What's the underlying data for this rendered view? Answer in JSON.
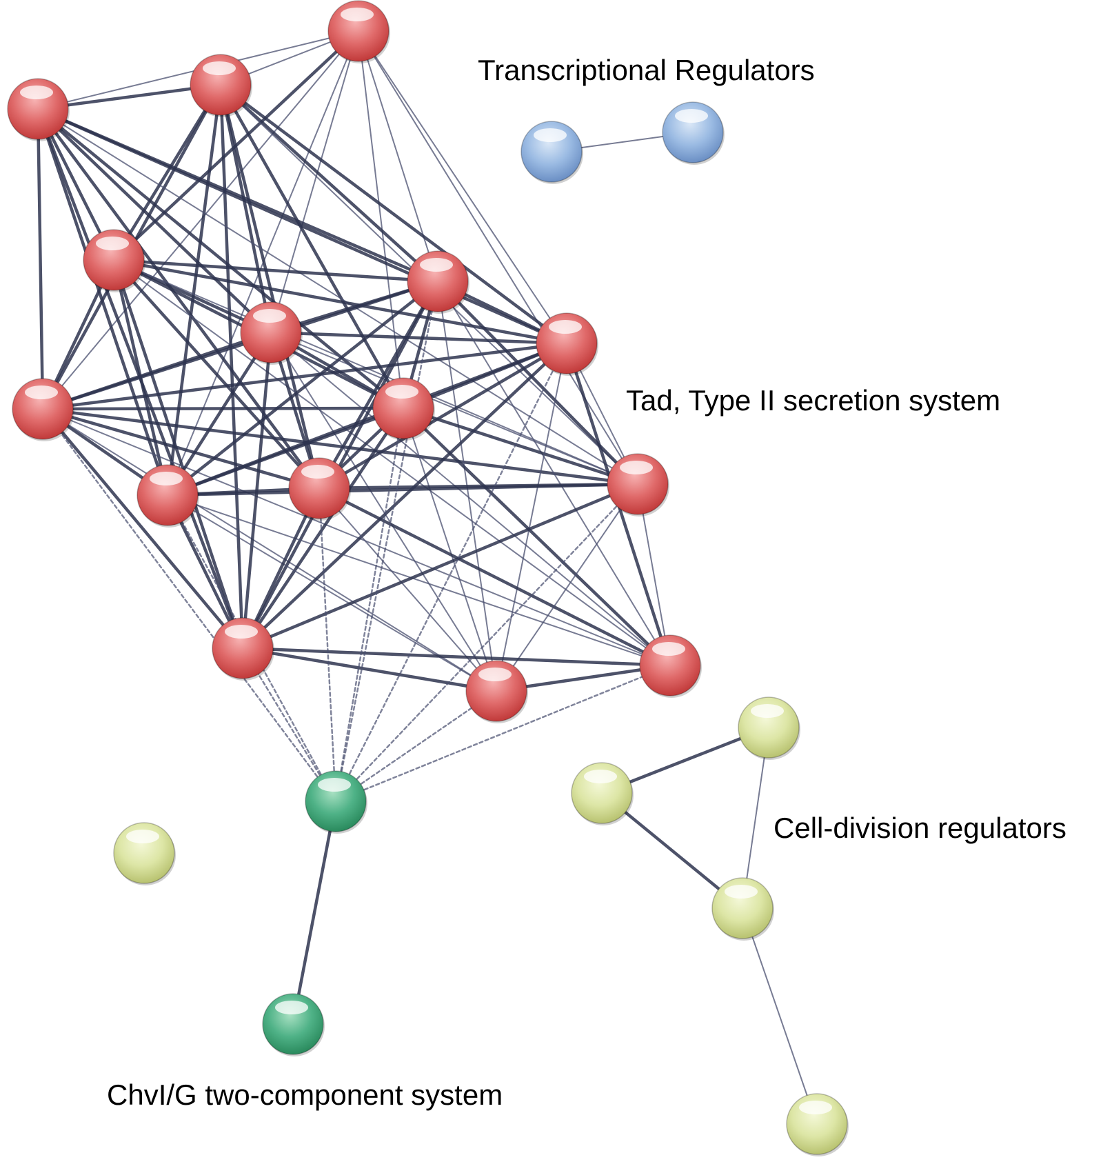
{
  "clusters": [
    {
      "key": "tad",
      "label": "Tad, Type II secretion system",
      "color": "#e8000b",
      "node_color": "#d9534f"
    },
    {
      "key": "tr",
      "label": "Transcriptional Regulators",
      "color": "#6699cc",
      "node_color": "#7ea7d8"
    },
    {
      "key": "cd",
      "label": "Cell-division regulators",
      "color": "#c8a000",
      "node_color": "#c8d680"
    },
    {
      "key": "chv",
      "label": "ChvI/G two-component system",
      "color": "#1aa040",
      "node_color": "#2e9e6a"
    }
  ],
  "nodes": [
    {
      "id": "r1",
      "cluster": "tad"
    },
    {
      "id": "r2",
      "cluster": "tad"
    },
    {
      "id": "r3",
      "cluster": "tad"
    },
    {
      "id": "r4",
      "cluster": "tad"
    },
    {
      "id": "r5",
      "cluster": "tad"
    },
    {
      "id": "r6",
      "cluster": "tad"
    },
    {
      "id": "r7",
      "cluster": "tad"
    },
    {
      "id": "r8",
      "cluster": "tad"
    },
    {
      "id": "r9",
      "cluster": "tad"
    },
    {
      "id": "r10",
      "cluster": "tad"
    },
    {
      "id": "r11",
      "cluster": "tad"
    },
    {
      "id": "r12",
      "cluster": "tad"
    },
    {
      "id": "r13",
      "cluster": "tad"
    },
    {
      "id": "r14",
      "cluster": "tad"
    },
    {
      "id": "r15",
      "cluster": "tad"
    },
    {
      "id": "b1",
      "cluster": "tr"
    },
    {
      "id": "b2",
      "cluster": "tr"
    },
    {
      "id": "g1",
      "cluster": "chv"
    },
    {
      "id": "g2",
      "cluster": "chv"
    },
    {
      "id": "y0",
      "cluster": "cd"
    },
    {
      "id": "y1",
      "cluster": "cd"
    },
    {
      "id": "y2",
      "cluster": "cd"
    },
    {
      "id": "y3",
      "cluster": "cd"
    },
    {
      "id": "y4",
      "cluster": "cd"
    }
  ],
  "edges": [
    [
      "r1",
      "r2",
      "thin"
    ],
    [
      "r1",
      "r3",
      "thin"
    ],
    [
      "r1",
      "r4",
      "thick"
    ],
    [
      "r1",
      "r7",
      "thin"
    ],
    [
      "r1",
      "r5",
      "thin"
    ],
    [
      "r1",
      "r10",
      "thin"
    ],
    [
      "r1",
      "r9",
      "thin"
    ],
    [
      "r1",
      "r8",
      "thin"
    ],
    [
      "r1",
      "r6",
      "thin"
    ],
    [
      "r1",
      "r12",
      "thin"
    ],
    [
      "r2",
      "r3",
      "thick"
    ],
    [
      "r2",
      "r4",
      "thick"
    ],
    [
      "r2",
      "r7",
      "thick"
    ],
    [
      "r2",
      "r5",
      "thick"
    ],
    [
      "r2",
      "r6",
      "thick"
    ],
    [
      "r2",
      "r9",
      "thick"
    ],
    [
      "r2",
      "r8",
      "thick"
    ],
    [
      "r2",
      "r10",
      "thick"
    ],
    [
      "r2",
      "r11",
      "thick"
    ],
    [
      "r2",
      "r13",
      "thick"
    ],
    [
      "r2",
      "r12",
      "thin"
    ],
    [
      "r3",
      "r4",
      "thick"
    ],
    [
      "r3",
      "r7",
      "thick"
    ],
    [
      "r3",
      "r5",
      "thick"
    ],
    [
      "r3",
      "r6",
      "thick"
    ],
    [
      "r3",
      "r9",
      "thick"
    ],
    [
      "r3",
      "r8",
      "thick"
    ],
    [
      "r3",
      "r10",
      "thick"
    ],
    [
      "r3",
      "r11",
      "thick"
    ],
    [
      "r3",
      "r13",
      "thick"
    ],
    [
      "r3",
      "r12",
      "thin"
    ],
    [
      "r4",
      "r7",
      "thick"
    ],
    [
      "r4",
      "r5",
      "thick"
    ],
    [
      "r4",
      "r6",
      "thick"
    ],
    [
      "r4",
      "r9",
      "thick"
    ],
    [
      "r4",
      "r8",
      "thick"
    ],
    [
      "r4",
      "r10",
      "thick"
    ],
    [
      "r4",
      "r11",
      "thick"
    ],
    [
      "r4",
      "r13",
      "thick"
    ],
    [
      "r4",
      "r12",
      "thin"
    ],
    [
      "r4",
      "r14",
      "thin"
    ],
    [
      "r7",
      "r5",
      "thick"
    ],
    [
      "r7",
      "r9",
      "thick"
    ],
    [
      "r7",
      "r8",
      "thick"
    ],
    [
      "r7",
      "r10",
      "thick"
    ],
    [
      "r7",
      "r6",
      "thick"
    ],
    [
      "r7",
      "r11",
      "thick"
    ],
    [
      "r7",
      "r12",
      "thick"
    ],
    [
      "r7",
      "r13",
      "thick"
    ],
    [
      "r7",
      "r14",
      "thin"
    ],
    [
      "r7",
      "r15",
      "thin"
    ],
    [
      "r5",
      "r6",
      "thick"
    ],
    [
      "r5",
      "r8",
      "thick"
    ],
    [
      "r5",
      "r9",
      "thick"
    ],
    [
      "r5",
      "r10",
      "thick"
    ],
    [
      "r5",
      "r11",
      "thick"
    ],
    [
      "r5",
      "r12",
      "thin"
    ],
    [
      "r5",
      "r13",
      "thick"
    ],
    [
      "r5",
      "r14",
      "thin"
    ],
    [
      "r5",
      "r15",
      "thin"
    ],
    [
      "r6",
      "r9",
      "thick"
    ],
    [
      "r6",
      "r8",
      "thick"
    ],
    [
      "r6",
      "r10",
      "thick"
    ],
    [
      "r6",
      "r11",
      "thick"
    ],
    [
      "r6",
      "r12",
      "thick"
    ],
    [
      "r6",
      "r13",
      "thick"
    ],
    [
      "r6",
      "r14",
      "thin"
    ],
    [
      "r6",
      "r15",
      "thin"
    ],
    [
      "r9",
      "r8",
      "thick"
    ],
    [
      "r9",
      "r10",
      "thick"
    ],
    [
      "r9",
      "r11",
      "thick"
    ],
    [
      "r9",
      "r12",
      "thick"
    ],
    [
      "r9",
      "r13",
      "thick"
    ],
    [
      "r9",
      "r14",
      "thick"
    ],
    [
      "r9",
      "r15",
      "thin"
    ],
    [
      "r8",
      "r10",
      "thick"
    ],
    [
      "r8",
      "r11",
      "thick"
    ],
    [
      "r8",
      "r12",
      "thin"
    ],
    [
      "r8",
      "r13",
      "thick"
    ],
    [
      "r8",
      "r14",
      "thick"
    ],
    [
      "r8",
      "r15",
      "thin"
    ],
    [
      "r10",
      "r11",
      "thick"
    ],
    [
      "r10",
      "r12",
      "thick"
    ],
    [
      "r10",
      "r13",
      "thick"
    ],
    [
      "r10",
      "r14",
      "thin"
    ],
    [
      "r10",
      "r15",
      "thin"
    ],
    [
      "r11",
      "r12",
      "thick"
    ],
    [
      "r11",
      "r13",
      "thick"
    ],
    [
      "r11",
      "r14",
      "thick"
    ],
    [
      "r11",
      "r15",
      "thin"
    ],
    [
      "r12",
      "r13",
      "thick"
    ],
    [
      "r12",
      "r14",
      "thin"
    ],
    [
      "r12",
      "r15",
      "thin"
    ],
    [
      "r13",
      "r14",
      "thick"
    ],
    [
      "r13",
      "r15",
      "thick"
    ],
    [
      "r14",
      "r15",
      "thick"
    ],
    [
      "b1",
      "b2",
      "thin"
    ],
    [
      "g1",
      "g2",
      "thick"
    ],
    [
      "g1",
      "r8",
      "dashed"
    ],
    [
      "g1",
      "r10",
      "dashed"
    ],
    [
      "g1",
      "r7",
      "dashed"
    ],
    [
      "g1",
      "r11",
      "dashed"
    ],
    [
      "g1",
      "r13",
      "dashed"
    ],
    [
      "g1",
      "r6",
      "dashed"
    ],
    [
      "g1",
      "r9",
      "dashed"
    ],
    [
      "g1",
      "r12",
      "dashed"
    ],
    [
      "g1",
      "r14",
      "dashed"
    ],
    [
      "g1",
      "r15",
      "dashed"
    ],
    [
      "y1",
      "y2",
      "thick"
    ],
    [
      "y1",
      "y3",
      "thin"
    ],
    [
      "y2",
      "y3",
      "thick"
    ],
    [
      "y3",
      "y4",
      "thin"
    ]
  ],
  "edge_colors": {
    "thick": "#2e3450",
    "thin": "#4a5070",
    "dashed": "#4a5070"
  }
}
